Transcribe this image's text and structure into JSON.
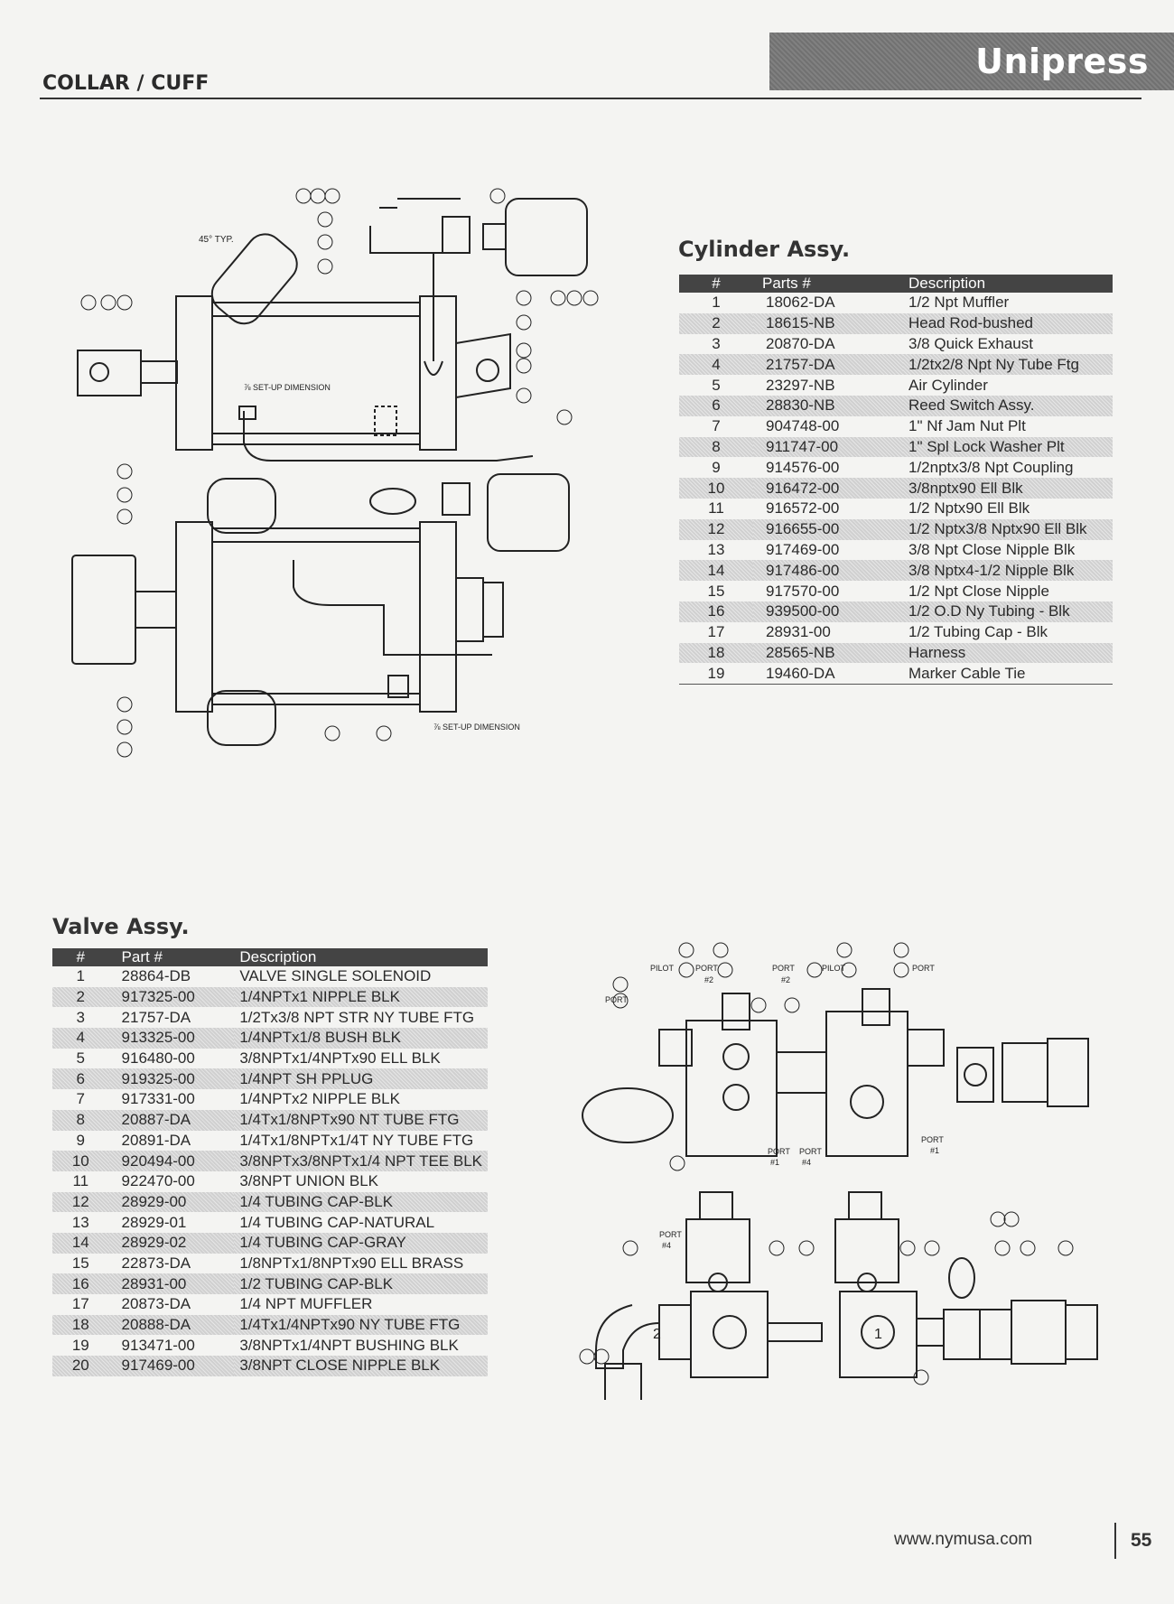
{
  "header": {
    "brand": "Unipress",
    "section": "COLLAR / CUFF"
  },
  "cylinder": {
    "title": "Cylinder Assy.",
    "columns": [
      "#",
      "Parts #",
      "Description"
    ],
    "rows": [
      [
        "1",
        "18062-DA",
        "1/2 Npt Muffler"
      ],
      [
        "2",
        "18615-NB",
        "Head Rod-bushed"
      ],
      [
        "3",
        "20870-DA",
        "3/8 Quick Exhaust"
      ],
      [
        "4",
        "21757-DA",
        "1/2tx2/8 Npt Ny Tube Ftg"
      ],
      [
        "5",
        "23297-NB",
        "Air Cylinder"
      ],
      [
        "6",
        "28830-NB",
        "Reed Switch Assy."
      ],
      [
        "7",
        "904748-00",
        "1\" Nf Jam Nut Plt"
      ],
      [
        "8",
        "911747-00",
        "1\" Spl Lock Washer Plt"
      ],
      [
        "9",
        "914576-00",
        "1/2nptx3/8 Npt Coupling"
      ],
      [
        "10",
        "916472-00",
        "3/8nptx90 Ell Blk"
      ],
      [
        "11",
        "916572-00",
        "1/2 Nptx90 Ell Blk"
      ],
      [
        "12",
        "916655-00",
        "1/2 Nptx3/8 Nptx90 Ell Blk"
      ],
      [
        "13",
        "917469-00",
        "3/8 Npt Close Nipple Blk"
      ],
      [
        "14",
        "917486-00",
        "3/8 Nptx4-1/2 Nipple Blk"
      ],
      [
        "15",
        "917570-00",
        "1/2 Npt Close Nipple"
      ],
      [
        "16",
        "939500-00",
        "1/2 O.D Ny Tubing - Blk"
      ],
      [
        "17",
        "28931-00",
        "1/2 Tubing Cap - Blk"
      ],
      [
        "18",
        "28565-NB",
        "Harness"
      ],
      [
        "19",
        "19460-DA",
        "Marker Cable Tie"
      ]
    ]
  },
  "valve": {
    "title": "Valve Assy.",
    "columns": [
      "#",
      "Part #",
      "Description"
    ],
    "rows": [
      [
        "1",
        "28864-DB",
        "VALVE SINGLE SOLENOID"
      ],
      [
        "2",
        "917325-00",
        "1/4NPTx1 NIPPLE BLK"
      ],
      [
        "3",
        "21757-DA",
        "1/2Tx3/8 NPT STR NY TUBE FTG"
      ],
      [
        "4",
        "913325-00",
        "1/4NPTx1/8 BUSH BLK"
      ],
      [
        "5",
        "916480-00",
        "3/8NPTx1/4NPTx90 ELL BLK"
      ],
      [
        "6",
        "919325-00",
        "1/4NPT SH PPLUG"
      ],
      [
        "7",
        "917331-00",
        "1/4NPTx2 NIPPLE BLK"
      ],
      [
        "8",
        "20887-DA",
        "1/4Tx1/8NPTx90 NT TUBE FTG"
      ],
      [
        "9",
        "20891-DA",
        "1/4Tx1/8NPTx1/4T NY TUBE FTG"
      ],
      [
        "10",
        "920494-00",
        "3/8NPTx3/8NPTx1/4 NPT TEE BLK"
      ],
      [
        "11",
        "922470-00",
        "3/8NPT UNION BLK"
      ],
      [
        "12",
        "28929-00",
        "1/4 TUBING CAP-BLK"
      ],
      [
        "13",
        "28929-01",
        "1/4 TUBING CAP-NATURAL"
      ],
      [
        "14",
        "28929-02",
        "1/4 TUBING CAP-GRAY"
      ],
      [
        "15",
        "22873-DA",
        "1/8NPTx1/8NPTx90 ELL BRASS"
      ],
      [
        "16",
        "28931-00",
        "1/2 TUBING CAP-BLK"
      ],
      [
        "17",
        "20873-DA",
        "1/4 NPT MUFFLER"
      ],
      [
        "18",
        "20888-DA",
        "1/4Tx1/4NPTx90 NY TUBE FTG"
      ],
      [
        "19",
        "913471-00",
        "3/8NPTx1/4NPT BUSHING BLK"
      ],
      [
        "20",
        "917469-00",
        "3/8NPT CLOSE NIPPLE BLK"
      ]
    ]
  },
  "diagram_labels": {
    "typ": "45° TYP.",
    "setup1": "⅞ SET-UP DIMENSION",
    "setup2": "⅞ SET-UP DIMENSION",
    "pilot": "PILOT",
    "port": "PORT",
    "p12": "#2",
    "p12b": "#2",
    "port1": "#1",
    "port4": "#4",
    "portnum1": "1",
    "portnum2": "2"
  },
  "footer": {
    "url": "www.nymusa.com",
    "page": "55"
  }
}
